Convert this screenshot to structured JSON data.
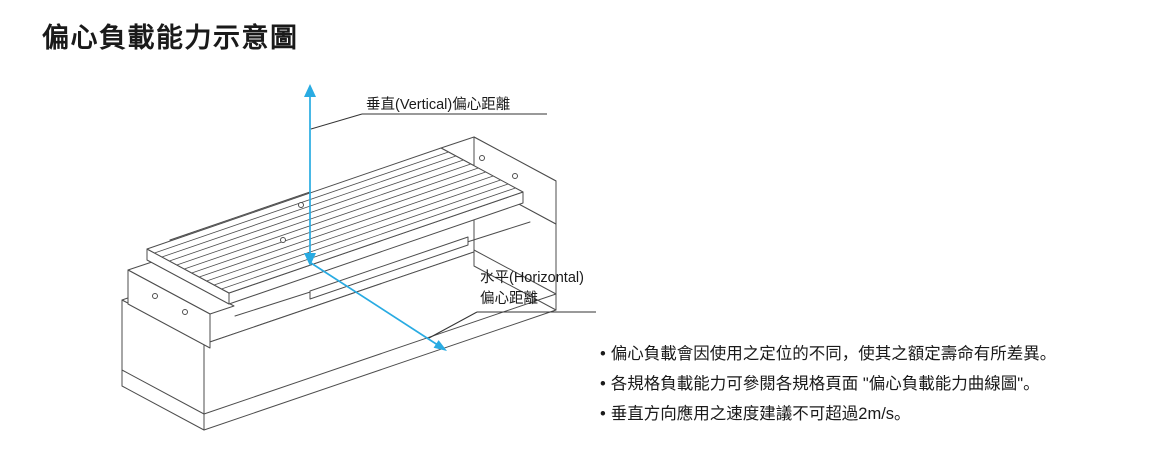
{
  "title": "偏心負載能力示意圖",
  "colors": {
    "accent": "#29abe2",
    "line": "#4d4d4d",
    "text": "#1a1a1a"
  },
  "diagram": {
    "vertical_label": "垂直(Vertical)偏心距離",
    "horizontal_label_line1": "水平(Horizontal)",
    "horizontal_label_line2": "偏心距離"
  },
  "notes": {
    "bullet": "•",
    "items": [
      "偏心負載會因使用之定位的不同，使其之額定壽命有所差異。",
      "各規格負載能力可參閱各規格頁面 \"偏心負載能力曲線圖\"。",
      "垂直方向應用之速度建議不可超過2m/s。"
    ]
  }
}
